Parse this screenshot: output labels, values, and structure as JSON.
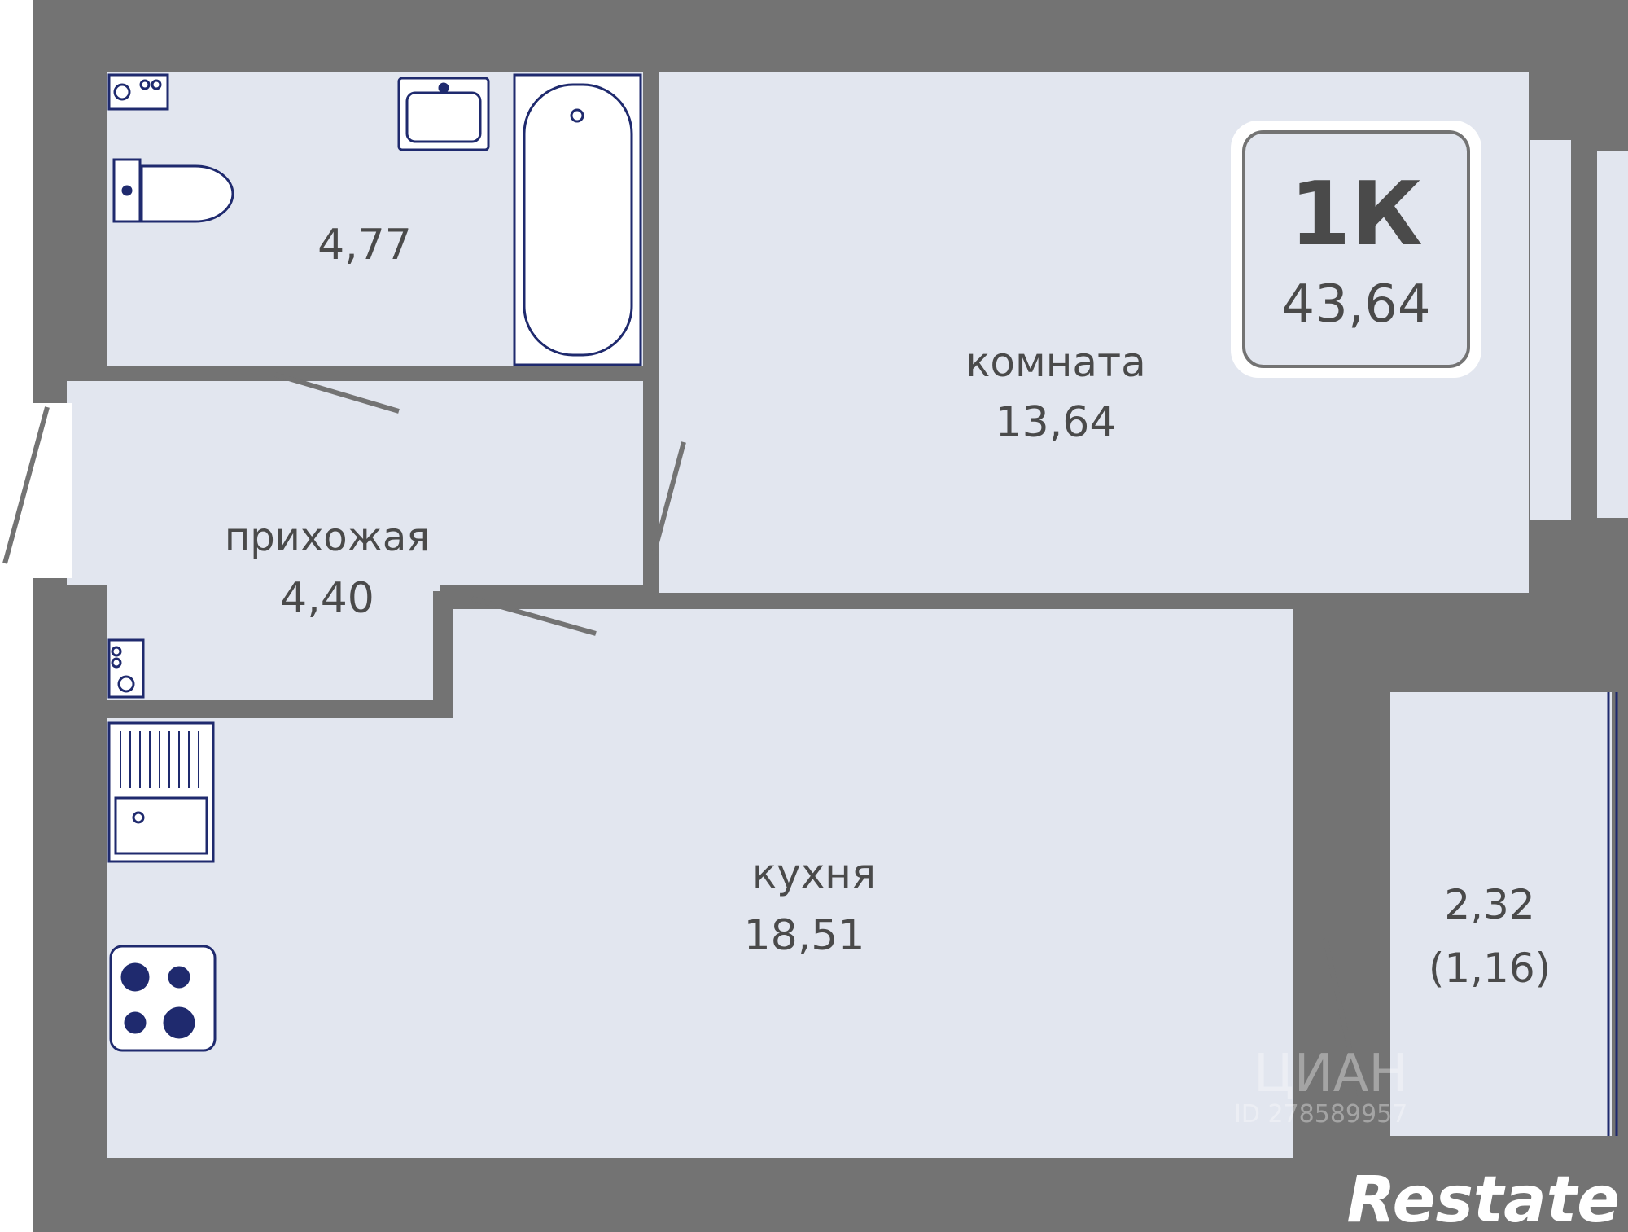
{
  "plan": {
    "apartment": {
      "type": "1К",
      "total_area": "43,64"
    },
    "rooms": {
      "bathroom": {
        "area": "4,77"
      },
      "living_room": {
        "label": "комната",
        "area": "13,64"
      },
      "hallway": {
        "label": "прихожая",
        "area": "4,40"
      },
      "kitchen": {
        "label": "кухня",
        "area": "18,51"
      },
      "balcony": {
        "area": "2,32",
        "reduced_area": "(1,16)"
      }
    }
  },
  "watermark": {
    "brand": "ЦИАН",
    "id": "ID 278589957"
  },
  "logo": {
    "text": "Restate"
  },
  "colors": {
    "wall": "#737373",
    "floor": "#e2e6ef",
    "fixture_stroke": "#1f2a6e",
    "text": "#4a4a4a",
    "background": "#ffffff"
  }
}
